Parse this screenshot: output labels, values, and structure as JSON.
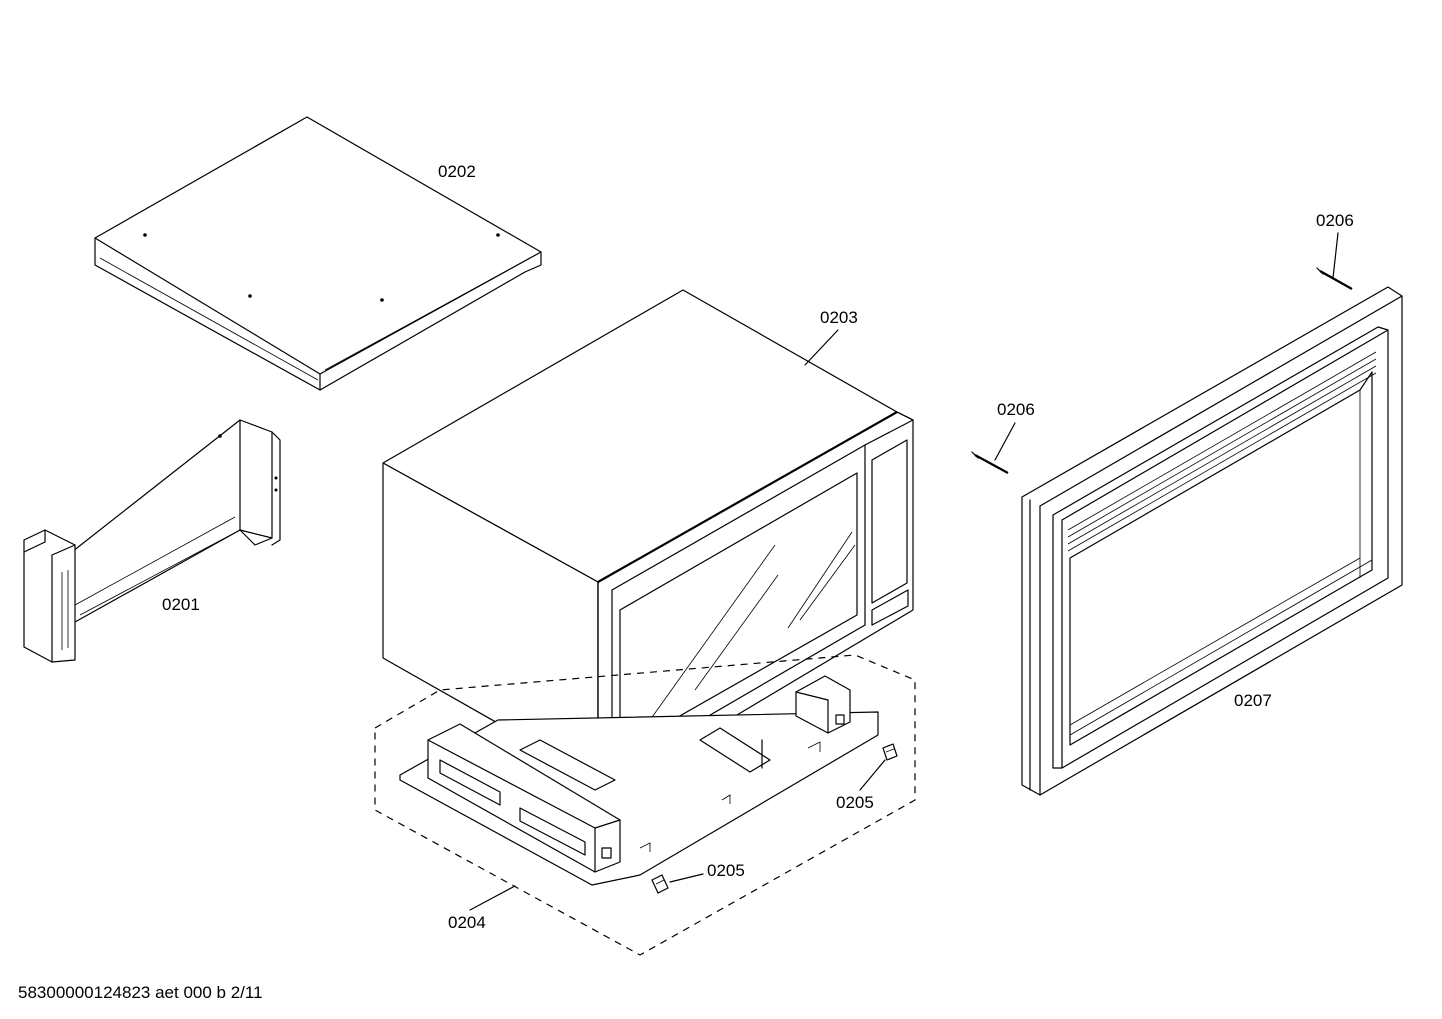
{
  "parts": {
    "p0201": "0201",
    "p0202": "0202",
    "p0203": "0203",
    "p0204": "0204",
    "p0205a": "0205",
    "p0205b": "0205",
    "p0206a": "0206",
    "p0206b": "0206",
    "p0207": "0207"
  },
  "footer": {
    "drawing_id": "58300000124823 aet 000 b 2/11"
  }
}
